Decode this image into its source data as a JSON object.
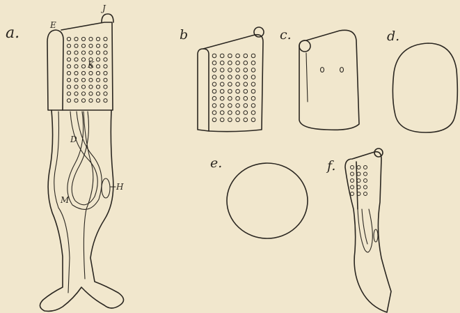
{
  "figure": {
    "panels": [
      {
        "label": "a.",
        "text_labels": [
          "E",
          "J",
          "K",
          "D",
          "H",
          "M"
        ]
      },
      {
        "label": "b"
      },
      {
        "label": "c."
      },
      {
        "label": "d."
      },
      {
        "label": "e."
      },
      {
        "label": "f."
      }
    ],
    "colors": {
      "paper": "#f1e7cd",
      "ink": "#2a2620"
    }
  }
}
